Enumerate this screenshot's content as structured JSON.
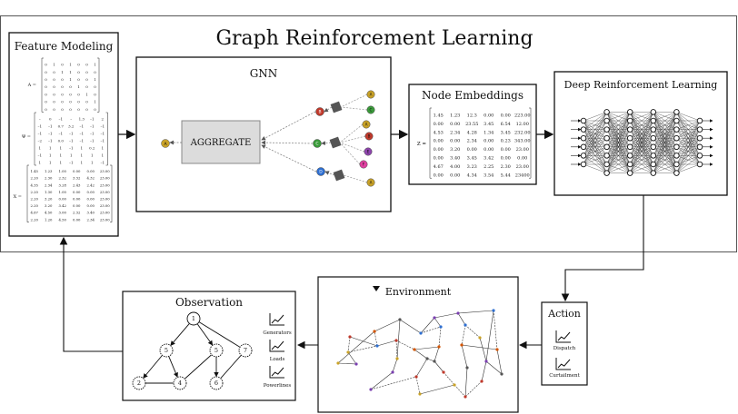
{
  "title": "Graph Reinforcement Learning",
  "feature_modeling": {
    "label": "Feature Modeling",
    "a_symbol": "A =",
    "a_matrix": [
      [
        "0",
        "1",
        "0",
        "1",
        "0",
        "0",
        "1"
      ],
      [
        "0",
        "0",
        "1",
        "1",
        "0",
        "0",
        "0"
      ],
      [
        "0",
        "0",
        "0",
        "1",
        "0",
        "0",
        "1"
      ],
      [
        "0",
        "0",
        "0",
        "0",
        "1",
        "0",
        "0"
      ],
      [
        "0",
        "0",
        "0",
        "0",
        "0",
        "1",
        "0"
      ],
      [
        "0",
        "0",
        "0",
        "0",
        "0",
        "0",
        "1"
      ],
      [
        "0",
        "0",
        "0",
        "0",
        "0",
        "0",
        "0"
      ]
    ],
    "psi_symbol": "Ψ =",
    "psi_matrix": [
      [
        "–",
        "0",
        "–1",
        "–",
        "1.3",
        "–1",
        "2"
      ],
      [
        "–1",
        "–1",
        "0.7",
        "3.2",
        "–1",
        "–1",
        "–1"
      ],
      [
        "–1",
        "–1",
        "–1",
        "–1",
        "–1",
        "–1",
        "–1"
      ],
      [
        "–2",
        "–1",
        "0.0",
        "–1",
        "–1",
        "–1",
        "–1"
      ],
      [
        "1",
        "1",
        "1",
        "–1",
        "1",
        "0.2",
        "1"
      ],
      [
        "–1",
        "1",
        "1",
        "1",
        "1",
        "1",
        "1"
      ],
      [
        "1",
        "1",
        "1",
        "–1",
        "1",
        "1",
        "–1"
      ]
    ],
    "x_symbol": "X =",
    "x_matrix": [
      [
        "1.45",
        "1.23",
        "1.00",
        "0.00",
        "0.00",
        "23.00"
      ],
      [
        "2.20",
        "2.30",
        "2.32",
        "3.32",
        "4.32",
        "23.00"
      ],
      [
        "4.35",
        "2.34",
        "3.28",
        "2.43",
        "2.42",
        "23.00"
      ],
      [
        "2.20",
        "1.30",
        "1.00",
        "0.00",
        "0.00",
        "23.00"
      ],
      [
        "2.20",
        "3.20",
        "0.00",
        "0.00",
        "0.00",
        "23.00"
      ],
      [
        "2.20",
        "3.20",
        "3.42",
        "0.00",
        "0.00",
        "23.00"
      ],
      [
        "4.67",
        "4.50",
        "3.00",
        "2.32",
        "3.40",
        "23.00"
      ],
      [
        "2.20",
        "1.20",
        "4.50",
        "0.00",
        "2.34",
        "23.00"
      ]
    ]
  },
  "gnn": {
    "label": "GNN",
    "aggregate_label": "AGGREGATE",
    "center_node": "A",
    "groups": [
      {
        "node": "B",
        "color": "#c0392b",
        "neighbors": [
          {
            "id": "A",
            "color": "#c9a227"
          },
          {
            "id": "C",
            "color": "#3a9b3a"
          }
        ]
      },
      {
        "node": "C",
        "color": "#3a9b3a",
        "neighbors": [
          {
            "id": "A",
            "color": "#c9a227"
          },
          {
            "id": "B",
            "color": "#c0392b"
          },
          {
            "id": "E",
            "color": "#8e44ad"
          },
          {
            "id": "F",
            "color": "#e040a0"
          }
        ]
      },
      {
        "node": "D",
        "color": "#2e6fd1",
        "neighbors": [
          {
            "id": "A",
            "color": "#c9a227"
          }
        ]
      }
    ]
  },
  "node_embeddings": {
    "label": "Node Embeddings",
    "z_symbol": "Z =",
    "matrix": [
      [
        "1.45",
        "1.23",
        "12.3",
        "0.00",
        "0.00",
        "223.00"
      ],
      [
        "0.00",
        "0.00",
        "23.55",
        "3.45",
        "6.54",
        "12.00"
      ],
      [
        "4.53",
        "2.34",
        "4.28",
        "1.34",
        "3.45",
        "232.00"
      ],
      [
        "0.00",
        "0.00",
        "2.34",
        "0.00",
        "0.23",
        "343.00"
      ],
      [
        "0.00",
        "3.20",
        "0.00",
        "0.00",
        "0.00",
        "23.00"
      ],
      [
        "0.00",
        "3.40",
        "3.45",
        "3.42",
        "0.00",
        "0.00"
      ],
      [
        "4.67",
        "4.00",
        "3.23",
        "2.25",
        "2.30",
        "23.00"
      ],
      [
        "0.00",
        "0.00",
        "4.34",
        "3.54",
        "5.44",
        "23400"
      ]
    ]
  },
  "deep_rl": {
    "label": "Deep Reinforcement Learning",
    "layers": [
      6,
      8,
      8,
      8,
      8,
      6
    ]
  },
  "action": {
    "label": "Action",
    "items": [
      {
        "label": "Dispatch",
        "icon": "line-chart-icon"
      },
      {
        "label": "Curtailment",
        "icon": "line-chart-icon"
      }
    ]
  },
  "environment": {
    "label": "Environment"
  },
  "observation": {
    "label": "Observation",
    "graph_nodes": [
      "1",
      "5",
      "5",
      "7",
      "2",
      "4",
      "6"
    ],
    "items": [
      {
        "label": "Generators",
        "icon": "line-chart-icon"
      },
      {
        "label": "Loads",
        "icon": "line-chart-icon"
      },
      {
        "label": "Powerlines",
        "icon": "line-chart-icon"
      }
    ]
  }
}
